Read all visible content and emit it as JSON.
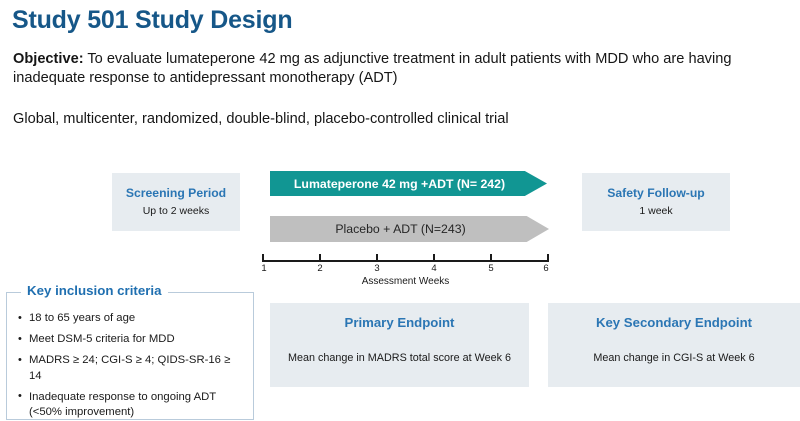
{
  "page_title": "Study 501 Study Design",
  "intro": {
    "objective_label": "Objective:",
    "objective_text": " To evaluate lumateperone 42 mg as adjunctive treatment in adult patients with MDD who are having inadequate response to antidepressant monotherapy (ADT)",
    "trial_design": "Global, multicenter, randomized, double-blind, placebo-controlled clinical trial"
  },
  "colors": {
    "title_blue": "#165788",
    "accent_blue": "#2b76b4",
    "teal": "#119693",
    "placebo_gray": "#bfbfbf",
    "panel_bg": "#e7ecf0",
    "fieldset_border": "#b9cbdb"
  },
  "timeline": {
    "screening": {
      "title": "Screening Period",
      "subtitle": "Up to 2 weeks"
    },
    "safety_followup": {
      "title": "Safety Follow-up",
      "subtitle": "1 week"
    },
    "arms": [
      {
        "name": "lumateperone-arm",
        "label": "Lumateperone 42 mg +ADT (N= 242)",
        "n": 242
      },
      {
        "name": "placebo-arm",
        "label": "Placebo + ADT (N=243)",
        "n": 243
      }
    ]
  },
  "chart_data": {
    "type": "bar",
    "title": "Study 501 treatment timeline",
    "xlabel": "Assessment Weeks",
    "ylabel": "",
    "orientation": "horizontal",
    "x": [
      1,
      2,
      3,
      4,
      5,
      6
    ],
    "tick_labels": [
      "1",
      "2",
      "3",
      "4",
      "5",
      "6"
    ],
    "xlim": [
      1,
      6
    ],
    "grid": false,
    "legend": "none",
    "categories": [
      "Lumateperone 42 mg +ADT (N= 242)",
      "Placebo + ADT (N=243)"
    ],
    "series": [
      {
        "name": "Lumateperone 42 mg +ADT (N= 242)",
        "start_week": 1,
        "end_week": 6,
        "values": [
          6
        ],
        "color": "#119693"
      },
      {
        "name": "Placebo + ADT (N=243)",
        "start_week": 1,
        "end_week": 6,
        "values": [
          6
        ],
        "color": "#bfbfbf"
      }
    ],
    "annotations": [
      "Screening Period: Up to 2 weeks (before Week 1)",
      "Safety Follow-up: 1 week (after Week 6)"
    ]
  },
  "key_inclusion": {
    "legend": "Key inclusion criteria",
    "items": [
      "18 to 65 years of age",
      "Meet DSM-5 criteria for MDD",
      "MADRS ≥ 24; CGI-S ≥ 4; QIDS-SR-16 ≥ 14",
      "Inadequate response to ongoing ADT (<50% improvement)"
    ]
  },
  "endpoints": [
    {
      "name": "primary-endpoint",
      "title": "Primary Endpoint",
      "description": "Mean change in MADRS total score at Week 6"
    },
    {
      "name": "key-secondary-endpoint",
      "title": "Key Secondary Endpoint",
      "description": "Mean change in CGI-S at Week 6"
    }
  ]
}
